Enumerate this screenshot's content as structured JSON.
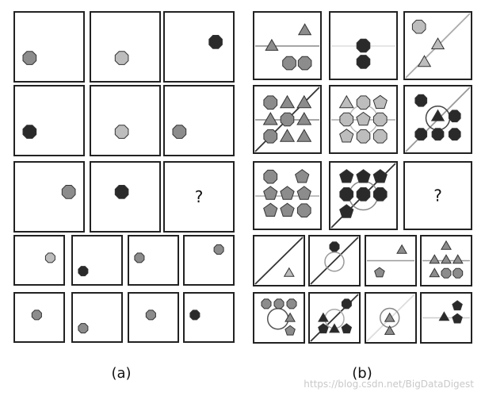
{
  "panel_a": {
    "label": "(a)",
    "question_mark": "?",
    "matrix": [
      [
        {
          "c": "mid"
        },
        {
          "c": "light"
        },
        {
          "c": "dark"
        }
      ],
      [
        {
          "c": "dark"
        },
        {
          "c": "light"
        },
        {
          "c": "mid"
        }
      ],
      [
        {
          "c": "mid"
        },
        {
          "c": "dark"
        },
        null
      ]
    ],
    "answers": [
      [
        {
          "c": "light"
        },
        {
          "c": "dark"
        },
        {
          "c": "mid"
        },
        {
          "c": "mid"
        }
      ],
      [
        {
          "c": "mid"
        },
        {
          "c": "mid"
        },
        {
          "c": "mid"
        },
        {
          "c": "dark"
        }
      ]
    ]
  },
  "panel_b": {
    "label": "(b)",
    "question_mark": "?",
    "matrix_count": 8,
    "answers_count": 8
  },
  "watermark": "https://blog.csdn.net/BigDataDigest",
  "colors": {
    "light": "#bdbdbd",
    "mid": "#8c8c8c",
    "dark": "#2a2a2a",
    "frame": "#222222"
  }
}
